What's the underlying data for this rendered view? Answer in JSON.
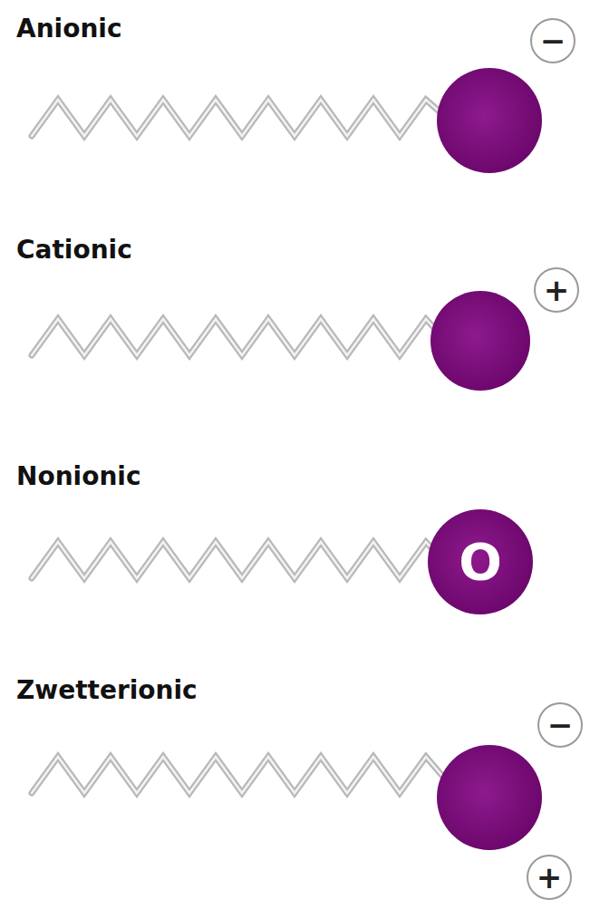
{
  "diagram": {
    "labels": [
      "Anionic",
      "−",
      "Cationic",
      "+",
      "Nonionic",
      "O",
      "Zwetterionic",
      "−",
      "+"
    ]
  }
}
